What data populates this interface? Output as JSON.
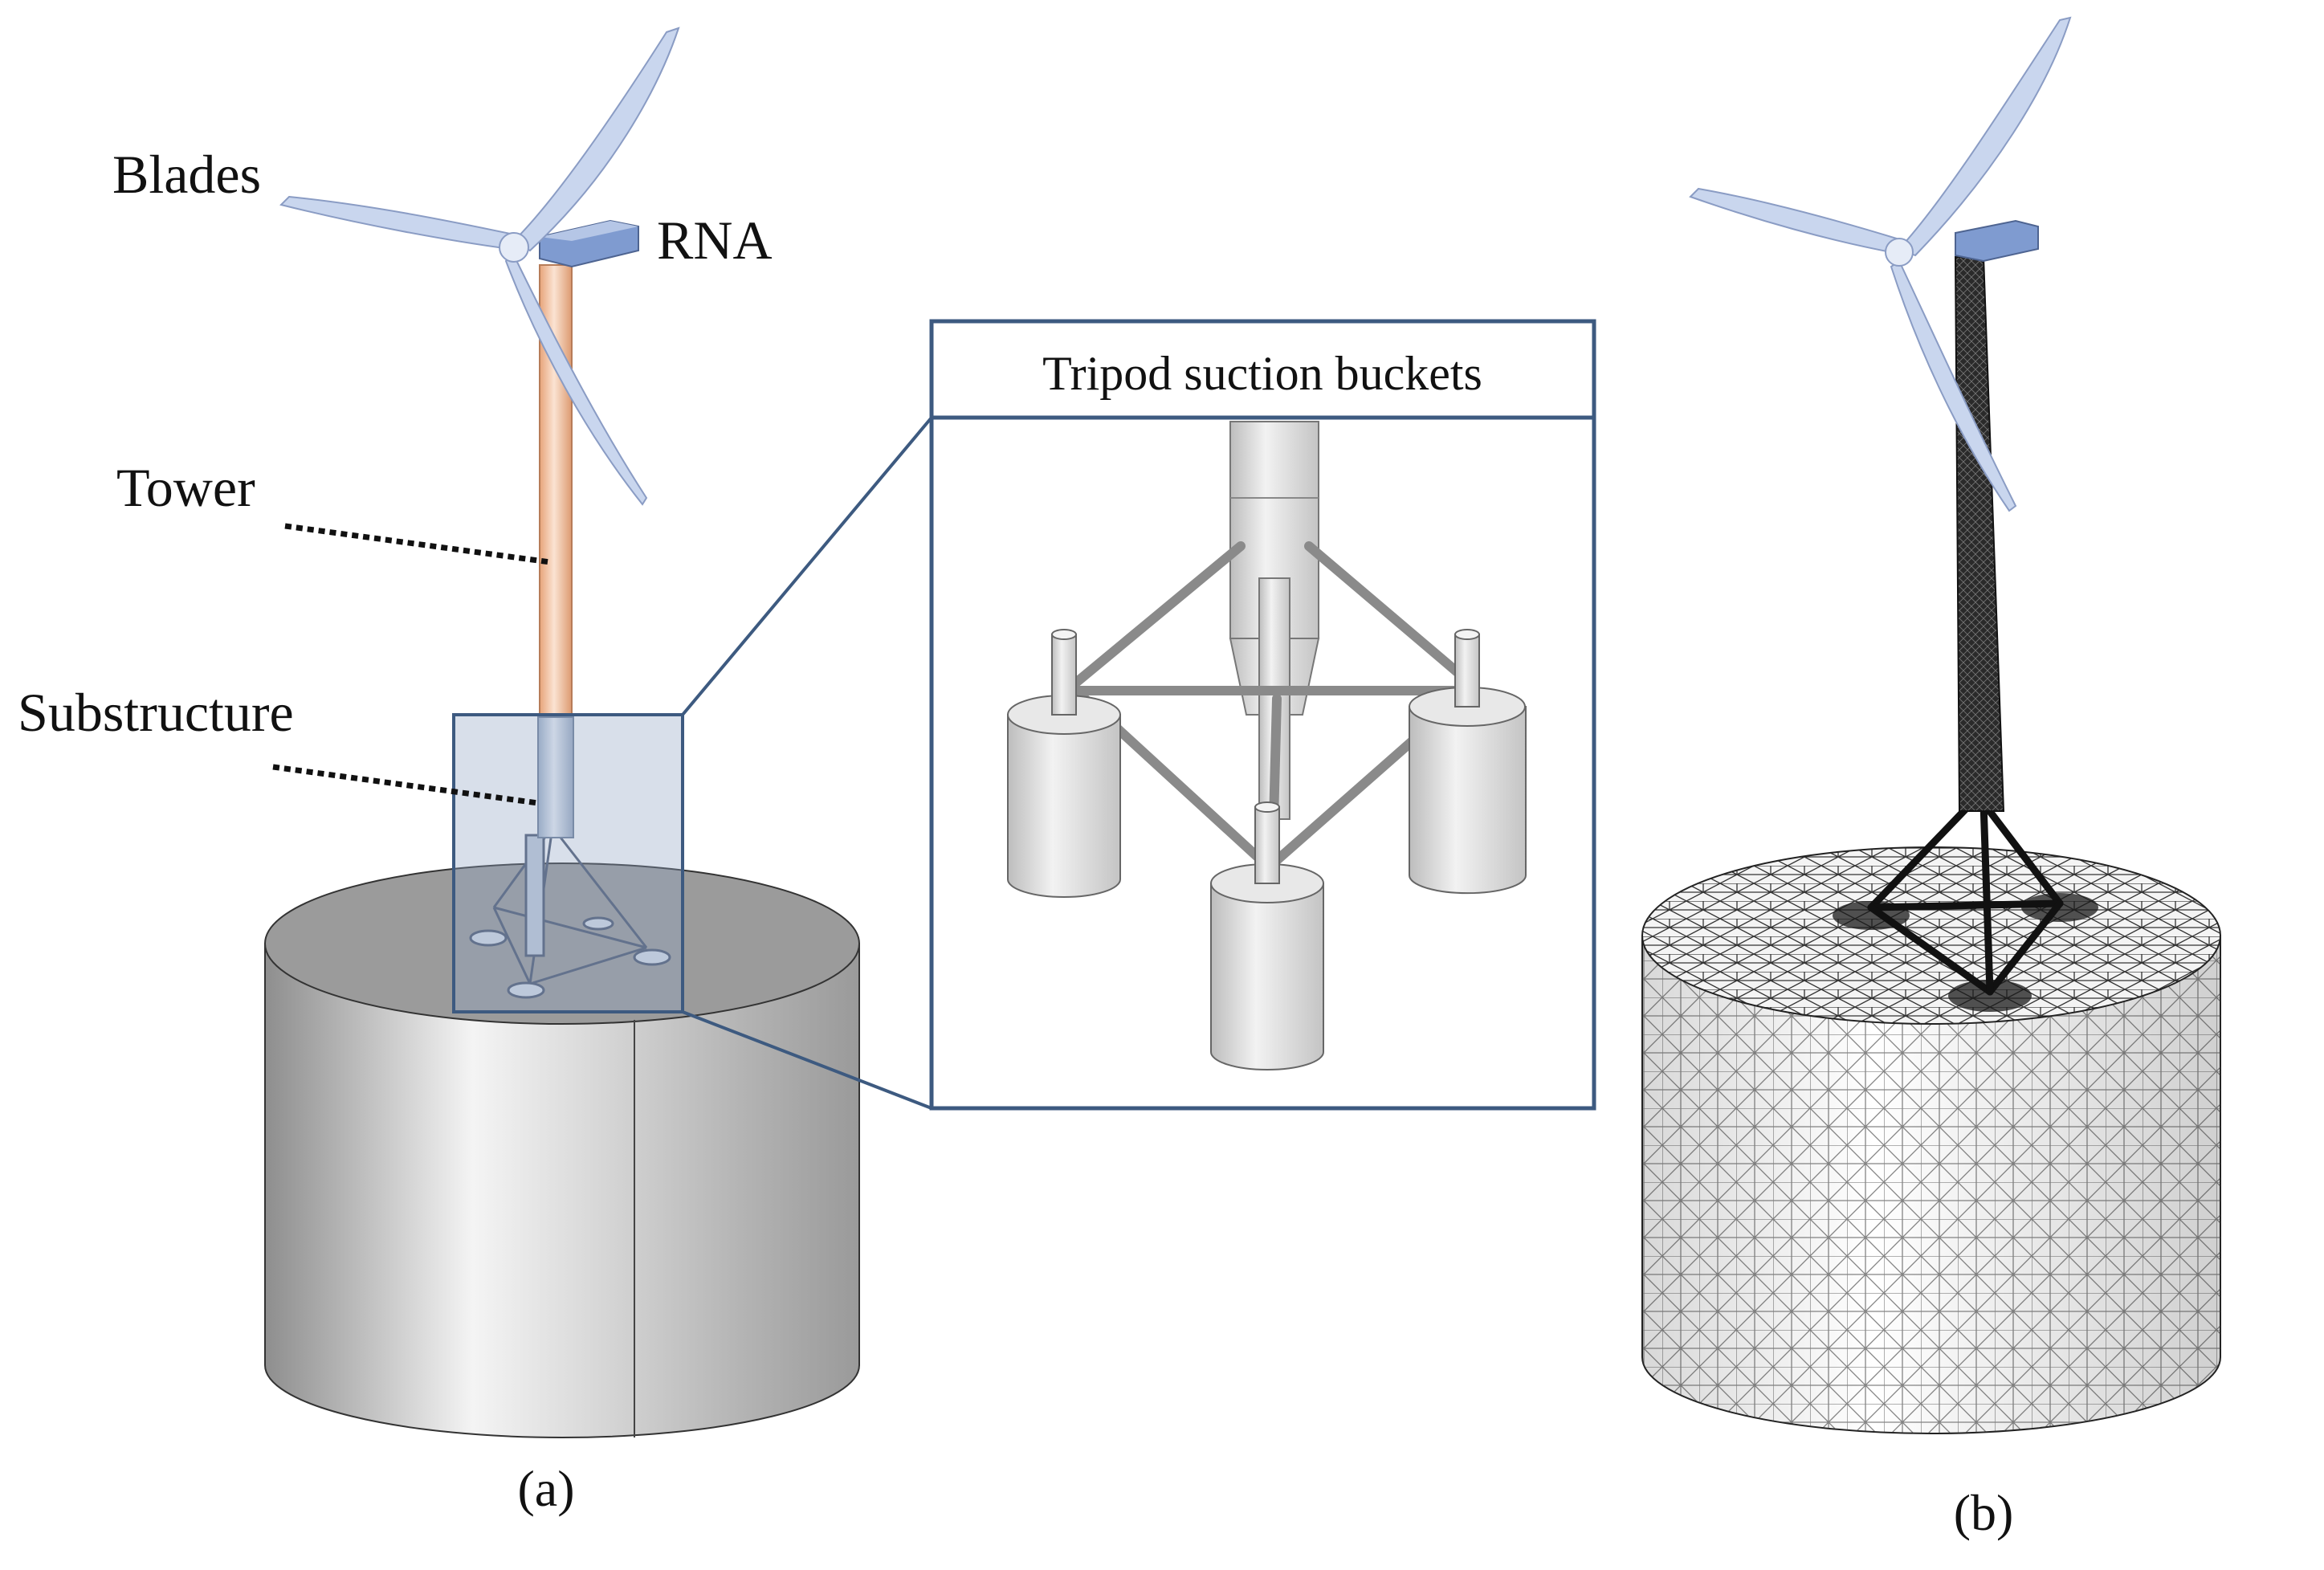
{
  "labels": {
    "blades": "Blades",
    "rna": "RNA",
    "tower": "Tower",
    "substructure": "Substructure",
    "inset_title": "Tripod suction buckets",
    "panel_a": "(a)",
    "panel_b": "(b)"
  },
  "colors": {
    "frame": "#3d5a80",
    "blade": "#c9d6ee",
    "blade_edge": "#8a9cc4",
    "nacelle": "#7f9bd0",
    "tower": "#f2c6a8",
    "substructure": "#c8d4e6",
    "soil": "#c8c8c8",
    "mesh": "#222222"
  }
}
